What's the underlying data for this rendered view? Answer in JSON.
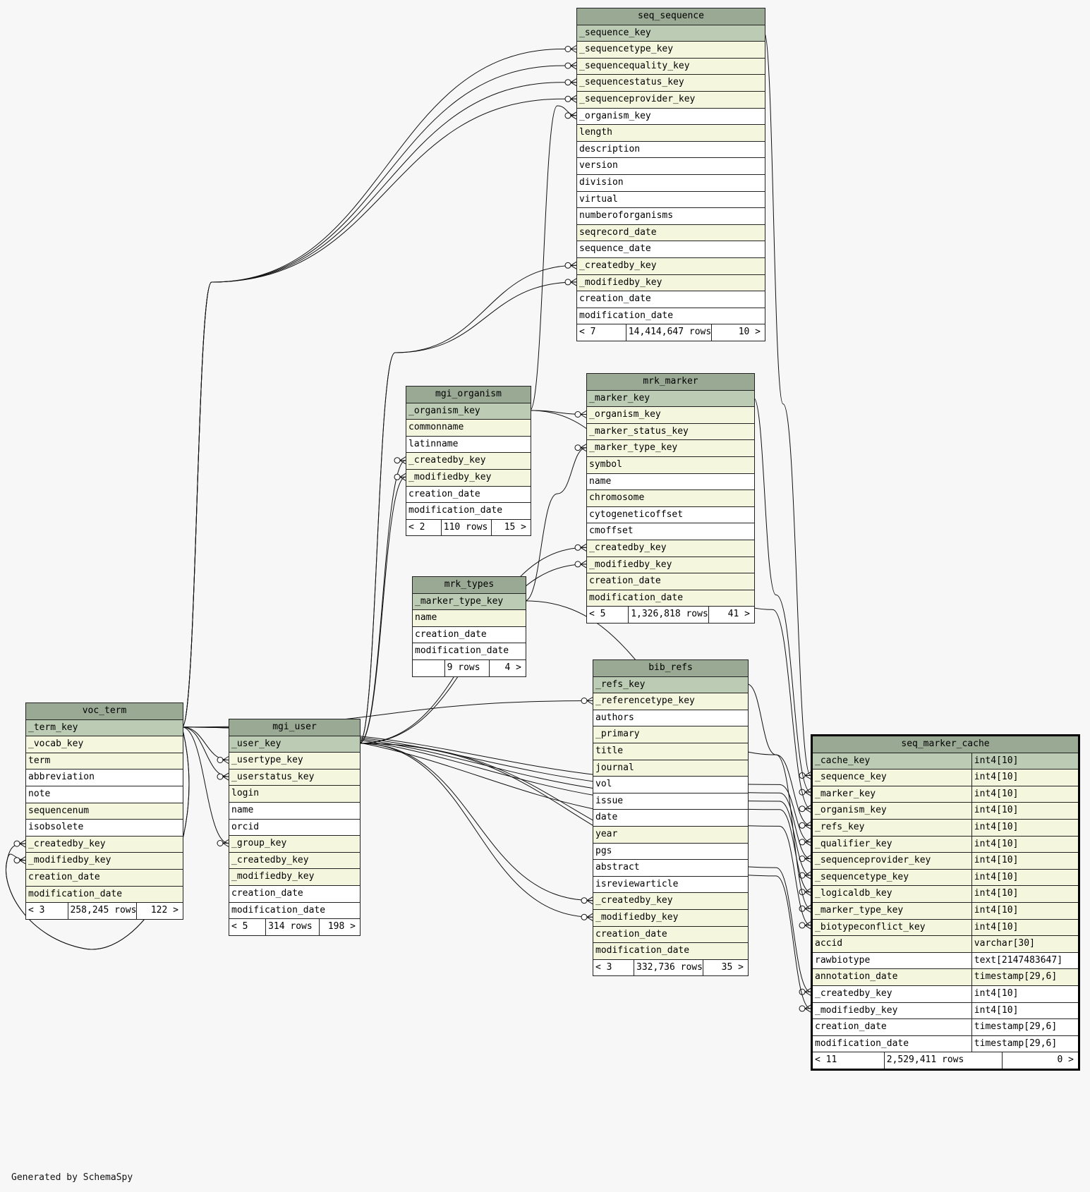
{
  "footer_text": "Generated by SchemaSpy",
  "colors": {
    "header": "#9aa994",
    "primary_key": "#bcccb4",
    "foreign_key": "#f4f7de",
    "plain": "#ffffff",
    "background": "#f7f7f7"
  },
  "tables": {
    "seq_sequence": {
      "name": "seq_sequence",
      "columns": [
        {
          "name": "_sequence_key",
          "kind": "pk"
        },
        {
          "name": "_sequencetype_key",
          "kind": "fk"
        },
        {
          "name": "_sequencequality_key",
          "kind": "fk"
        },
        {
          "name": "_sequencestatus_key",
          "kind": "fk"
        },
        {
          "name": "_sequenceprovider_key",
          "kind": "fk"
        },
        {
          "name": "_organism_key",
          "kind": "plain"
        },
        {
          "name": "length",
          "kind": "fk"
        },
        {
          "name": "description",
          "kind": "plain"
        },
        {
          "name": "version",
          "kind": "plain"
        },
        {
          "name": "division",
          "kind": "plain"
        },
        {
          "name": "virtual",
          "kind": "plain"
        },
        {
          "name": "numberoforganisms",
          "kind": "plain"
        },
        {
          "name": "seqrecord_date",
          "kind": "fk"
        },
        {
          "name": "sequence_date",
          "kind": "plain"
        },
        {
          "name": "_createdby_key",
          "kind": "fk"
        },
        {
          "name": "_modifiedby_key",
          "kind": "fk"
        },
        {
          "name": "creation_date",
          "kind": "plain"
        },
        {
          "name": "modification_date",
          "kind": "plain"
        }
      ],
      "footer": {
        "parents": "< 7",
        "rows": "14,414,647 rows",
        "children": "10 >"
      }
    },
    "mgi_organism": {
      "name": "mgi_organism",
      "columns": [
        {
          "name": "_organism_key",
          "kind": "pk"
        },
        {
          "name": "commonname",
          "kind": "fk"
        },
        {
          "name": "latinname",
          "kind": "plain"
        },
        {
          "name": "_createdby_key",
          "kind": "fk"
        },
        {
          "name": "_modifiedby_key",
          "kind": "fk"
        },
        {
          "name": "creation_date",
          "kind": "plain"
        },
        {
          "name": "modification_date",
          "kind": "plain"
        }
      ],
      "footer": {
        "parents": "< 2",
        "rows": "110 rows",
        "children": "15 >"
      }
    },
    "mrk_marker": {
      "name": "mrk_marker",
      "columns": [
        {
          "name": "_marker_key",
          "kind": "pk"
        },
        {
          "name": "_organism_key",
          "kind": "fk"
        },
        {
          "name": "_marker_status_key",
          "kind": "fk"
        },
        {
          "name": "_marker_type_key",
          "kind": "fk"
        },
        {
          "name": "symbol",
          "kind": "fk"
        },
        {
          "name": "name",
          "kind": "plain"
        },
        {
          "name": "chromosome",
          "kind": "fk"
        },
        {
          "name": "cytogeneticoffset",
          "kind": "plain"
        },
        {
          "name": "cmoffset",
          "kind": "plain"
        },
        {
          "name": "_createdby_key",
          "kind": "fk"
        },
        {
          "name": "_modifiedby_key",
          "kind": "fk"
        },
        {
          "name": "creation_date",
          "kind": "fk"
        },
        {
          "name": "modification_date",
          "kind": "fk"
        }
      ],
      "footer": {
        "parents": "< 5",
        "rows": "1,326,818 rows",
        "children": "41 >"
      }
    },
    "mrk_types": {
      "name": "mrk_types",
      "columns": [
        {
          "name": "_marker_type_key",
          "kind": "pk"
        },
        {
          "name": "name",
          "kind": "fk"
        },
        {
          "name": "creation_date",
          "kind": "plain"
        },
        {
          "name": "modification_date",
          "kind": "plain"
        }
      ],
      "footer": {
        "parents": "",
        "rows": "9 rows",
        "children": "4 >"
      }
    },
    "bib_refs": {
      "name": "bib_refs",
      "columns": [
        {
          "name": "_refs_key",
          "kind": "pk"
        },
        {
          "name": "_referencetype_key",
          "kind": "fk"
        },
        {
          "name": "authors",
          "kind": "plain"
        },
        {
          "name": "_primary",
          "kind": "fk"
        },
        {
          "name": "title",
          "kind": "fk"
        },
        {
          "name": "journal",
          "kind": "fk"
        },
        {
          "name": "vol",
          "kind": "plain"
        },
        {
          "name": "issue",
          "kind": "plain"
        },
        {
          "name": "date",
          "kind": "plain"
        },
        {
          "name": "year",
          "kind": "fk"
        },
        {
          "name": "pgs",
          "kind": "plain"
        },
        {
          "name": "abstract",
          "kind": "plain"
        },
        {
          "name": "isreviewarticle",
          "kind": "plain"
        },
        {
          "name": "_createdby_key",
          "kind": "fk"
        },
        {
          "name": "_modifiedby_key",
          "kind": "fk"
        },
        {
          "name": "creation_date",
          "kind": "fk"
        },
        {
          "name": "modification_date",
          "kind": "fk"
        }
      ],
      "footer": {
        "parents": "< 3",
        "rows": "332,736 rows",
        "children": "35 >"
      }
    },
    "voc_term": {
      "name": "voc_term",
      "columns": [
        {
          "name": "_term_key",
          "kind": "pk"
        },
        {
          "name": "_vocab_key",
          "kind": "fk"
        },
        {
          "name": "term",
          "kind": "fk"
        },
        {
          "name": "abbreviation",
          "kind": "plain"
        },
        {
          "name": "note",
          "kind": "plain"
        },
        {
          "name": "sequencenum",
          "kind": "fk"
        },
        {
          "name": "isobsolete",
          "kind": "plain"
        },
        {
          "name": "_createdby_key",
          "kind": "fk"
        },
        {
          "name": "_modifiedby_key",
          "kind": "fk"
        },
        {
          "name": "creation_date",
          "kind": "fk"
        },
        {
          "name": "modification_date",
          "kind": "fk"
        }
      ],
      "footer": {
        "parents": "< 3",
        "rows": "258,245 rows",
        "children": "122 >"
      }
    },
    "mgi_user": {
      "name": "mgi_user",
      "columns": [
        {
          "name": "_user_key",
          "kind": "pk"
        },
        {
          "name": "_usertype_key",
          "kind": "fk"
        },
        {
          "name": "_userstatus_key",
          "kind": "fk"
        },
        {
          "name": "login",
          "kind": "fk"
        },
        {
          "name": "name",
          "kind": "plain"
        },
        {
          "name": "orcid",
          "kind": "plain"
        },
        {
          "name": "_group_key",
          "kind": "fk"
        },
        {
          "name": "_createdby_key",
          "kind": "fk"
        },
        {
          "name": "_modifiedby_key",
          "kind": "fk"
        },
        {
          "name": "creation_date",
          "kind": "plain"
        },
        {
          "name": "modification_date",
          "kind": "plain"
        }
      ],
      "footer": {
        "parents": "< 5",
        "rows": "314 rows",
        "children": "198 >"
      }
    },
    "seq_marker_cache": {
      "name": "seq_marker_cache",
      "columns": [
        {
          "name": "_cache_key",
          "type": "int4[10]",
          "kind": "pk"
        },
        {
          "name": "_sequence_key",
          "type": "int4[10]",
          "kind": "fk"
        },
        {
          "name": "_marker_key",
          "type": "int4[10]",
          "kind": "fk"
        },
        {
          "name": "_organism_key",
          "type": "int4[10]",
          "kind": "fk"
        },
        {
          "name": "_refs_key",
          "type": "int4[10]",
          "kind": "fk"
        },
        {
          "name": "_qualifier_key",
          "type": "int4[10]",
          "kind": "fk"
        },
        {
          "name": "_sequenceprovider_key",
          "type": "int4[10]",
          "kind": "fk"
        },
        {
          "name": "_sequencetype_key",
          "type": "int4[10]",
          "kind": "fk"
        },
        {
          "name": "_logicaldb_key",
          "type": "int4[10]",
          "kind": "fk"
        },
        {
          "name": "_marker_type_key",
          "type": "int4[10]",
          "kind": "fk"
        },
        {
          "name": "_biotypeconflict_key",
          "type": "int4[10]",
          "kind": "fk"
        },
        {
          "name": "accid",
          "type": "varchar[30]",
          "kind": "fk"
        },
        {
          "name": "rawbiotype",
          "type": "text[2147483647]",
          "kind": "plain"
        },
        {
          "name": "annotation_date",
          "type": "timestamp[29,6]",
          "kind": "fk"
        },
        {
          "name": "_createdby_key",
          "type": "int4[10]",
          "kind": "plain"
        },
        {
          "name": "_modifiedby_key",
          "type": "int4[10]",
          "kind": "plain"
        },
        {
          "name": "creation_date",
          "type": "timestamp[29,6]",
          "kind": "plain"
        },
        {
          "name": "modification_date",
          "type": "timestamp[29,6]",
          "kind": "plain"
        }
      ],
      "footer": {
        "parents": "< 11",
        "rows": "2,529,411 rows",
        "children": "0 >"
      }
    }
  }
}
